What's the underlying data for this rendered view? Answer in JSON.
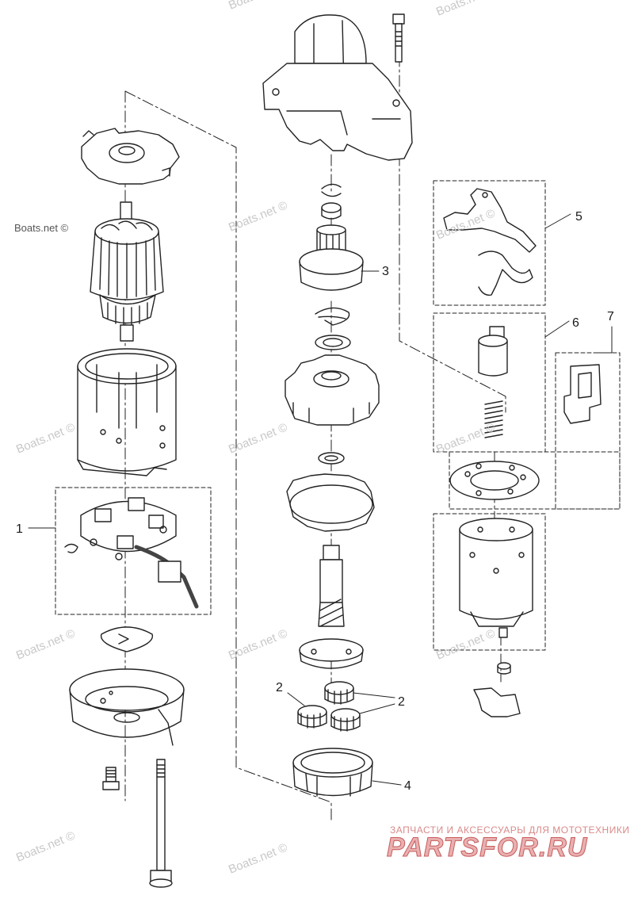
{
  "callouts": {
    "c1": "1",
    "c2a": "2",
    "c2b": "2",
    "c3": "3",
    "c4": "4",
    "c5": "5",
    "c6": "6",
    "c7": "7"
  },
  "watermarks": [
    "Boats.net ©",
    "Boats.net ©",
    "Boats.net ©",
    "Boats.net ©",
    "Boats.net ©",
    "Boats.net ©",
    "Boats.net ©",
    "Boats.net ©",
    "Boats.net ©",
    "Boats.net ©",
    "Boats.net ©",
    "Boats.net ©",
    "Boats.net ©"
  ],
  "brand": {
    "tagline": "ЗАПЧАСТИ И АКСЕССУАРЫ ДЛЯ МОТОТЕХНИКИ",
    "logo": "PARTSFOR.RU"
  }
}
